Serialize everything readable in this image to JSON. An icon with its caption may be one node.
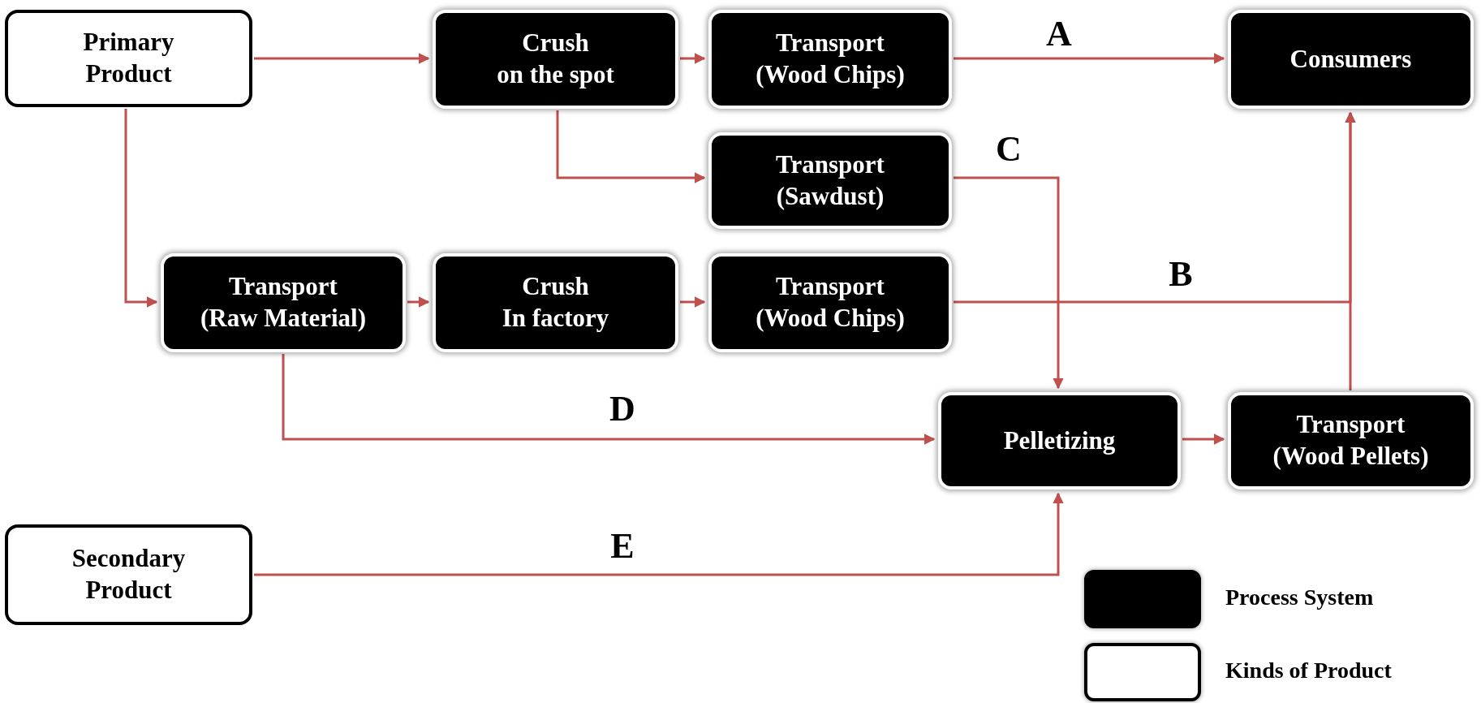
{
  "diagram": {
    "nodes": [
      {
        "text": [
          "Primary Product"
        ]
      },
      {
        "text": [
          "Crush",
          "on the spot"
        ]
      },
      {
        "text": [
          "Transport",
          "(Wood Chips)"
        ]
      },
      {
        "text": [
          "Consumers"
        ]
      },
      {
        "text": [
          "Transport",
          "(Sawdust)"
        ]
      },
      {
        "text": [
          "Transport",
          "(Raw Material)"
        ]
      },
      {
        "text": [
          "Crush",
          "In factory"
        ]
      },
      {
        "text": [
          "Transport",
          "(Wood Chips)"
        ]
      },
      {
        "text": [
          "Pelletizing"
        ]
      },
      {
        "text": [
          "Transport",
          "(Wood Pellets)"
        ]
      },
      {
        "text": [
          "Secondary Product"
        ]
      }
    ],
    "edges": [
      {
        "from": 0,
        "to": 1,
        "arrow": "to"
      },
      {
        "from": 1,
        "to": 2,
        "arrow": "to"
      },
      {
        "from": 2,
        "to": 3,
        "arrow": "to",
        "label": "A"
      },
      {
        "from": 1,
        "to": 4,
        "arrow": "to"
      },
      {
        "from": 0,
        "to": 5,
        "arrow": "to"
      },
      {
        "from": 5,
        "to": 6,
        "arrow": "to"
      },
      {
        "from": 6,
        "to": 7,
        "arrow": "to"
      },
      {
        "from": 7,
        "to": 3,
        "arrow": "to",
        "label": "B"
      },
      {
        "from": 9,
        "to": 3,
        "arrow": "to"
      },
      {
        "from": 4,
        "to": 8,
        "arrow": "to",
        "label": "C"
      },
      {
        "from": 5,
        "to": 8,
        "arrow": "to",
        "label": "D"
      },
      {
        "from": 8,
        "to": 9,
        "arrow": "to"
      },
      {
        "from": 10,
        "to": 8,
        "arrow": "to",
        "label": "E"
      }
    ],
    "legend": [
      {
        "text": "Process System",
        "color": "#000000"
      },
      {
        "text": "Kinds of Product",
        "color": "#ffffff"
      }
    ]
  }
}
